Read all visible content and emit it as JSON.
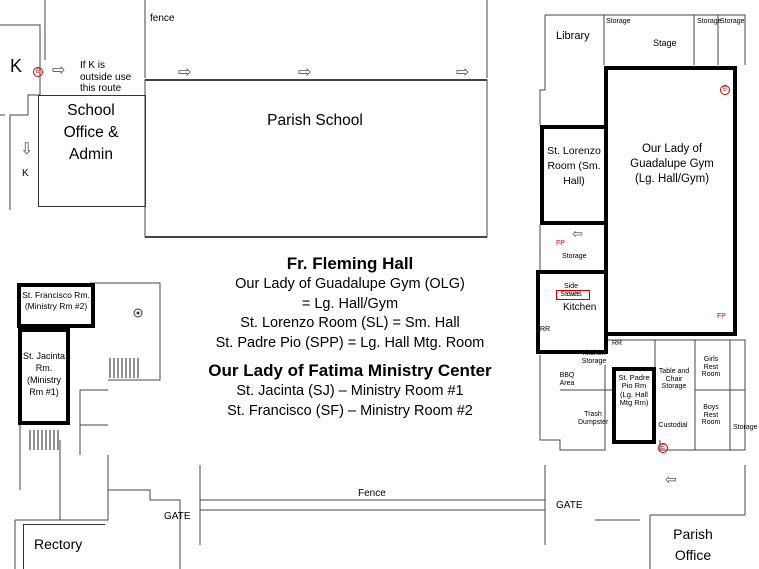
{
  "map": {
    "top_fence_label": "Fence",
    "fence_label_top": "fence",
    "k_label": "K",
    "k_label_lower": "K",
    "k_route_note": "If K is outside use this route",
    "school_office": "School Office & Admin",
    "parish_school": "Parish School",
    "library": "Library",
    "stage": "Stage",
    "storage_labels": [
      "Storage",
      "Storage",
      "Storage",
      "Storage",
      "Storage",
      "Storage",
      "Storage"
    ],
    "olg_gym": "Our Lady of Guadalupe Gym (Lg. Hall/Gym)",
    "st_lorenzo": "St. Lorenzo Room (Sm. Hall)",
    "kitchen": "Kitchen",
    "side_stoves": "Side Stoves",
    "kitchen_storage": "Kitchen Storage",
    "bbq_area": "BBQ Area",
    "trash_dumpster": "Trash Dumpster",
    "st_padre_pio": "St. Padre Pio Rm (Lg. Hall Mtg Rm)",
    "table_chair_storage": "Table and Chair Storage",
    "custodial": "Custodial",
    "girls_rest_room": "Girls Rest Room",
    "boys_rest_room": "Boys Rest Room",
    "rr": "RR",
    "fp": "FP",
    "fe": "FE",
    "st_francisco": "St. Francisco Rm. (Ministry Rm #2)",
    "st_jacinta": "St. Jacinta Rm. (Ministry Rm #1)",
    "rectory": "Rectory",
    "gate_left": "GATE",
    "gate_right": "GATE",
    "fence_bottom": "Fence",
    "parish_office": "Parish Office"
  },
  "legend": {
    "hall_title": "Fr. Fleming Hall",
    "hall_lines": [
      "Our Lady of Guadalupe Gym (OLG)",
      "= Lg. Hall/Gym",
      "St. Lorenzo Room (SL) = Sm. Hall",
      "St. Padre Pio (SPP) = Lg. Hall Mtg. Room"
    ],
    "ministry_title": "Our Lady of Fatima Ministry Center",
    "ministry_lines": [
      "St. Jacinta (SJ) – Ministry Room #1",
      "St. Francisco (SF) – Ministry Room #2"
    ]
  },
  "colors": {
    "outline_bold": "#000000",
    "outline_thin": "#333333",
    "marker_red": "#cc0000"
  },
  "icons": [
    "right-arrow-icon",
    "left-arrow-icon",
    "down-arrow-icon",
    "fire-extinguisher-icon"
  ]
}
